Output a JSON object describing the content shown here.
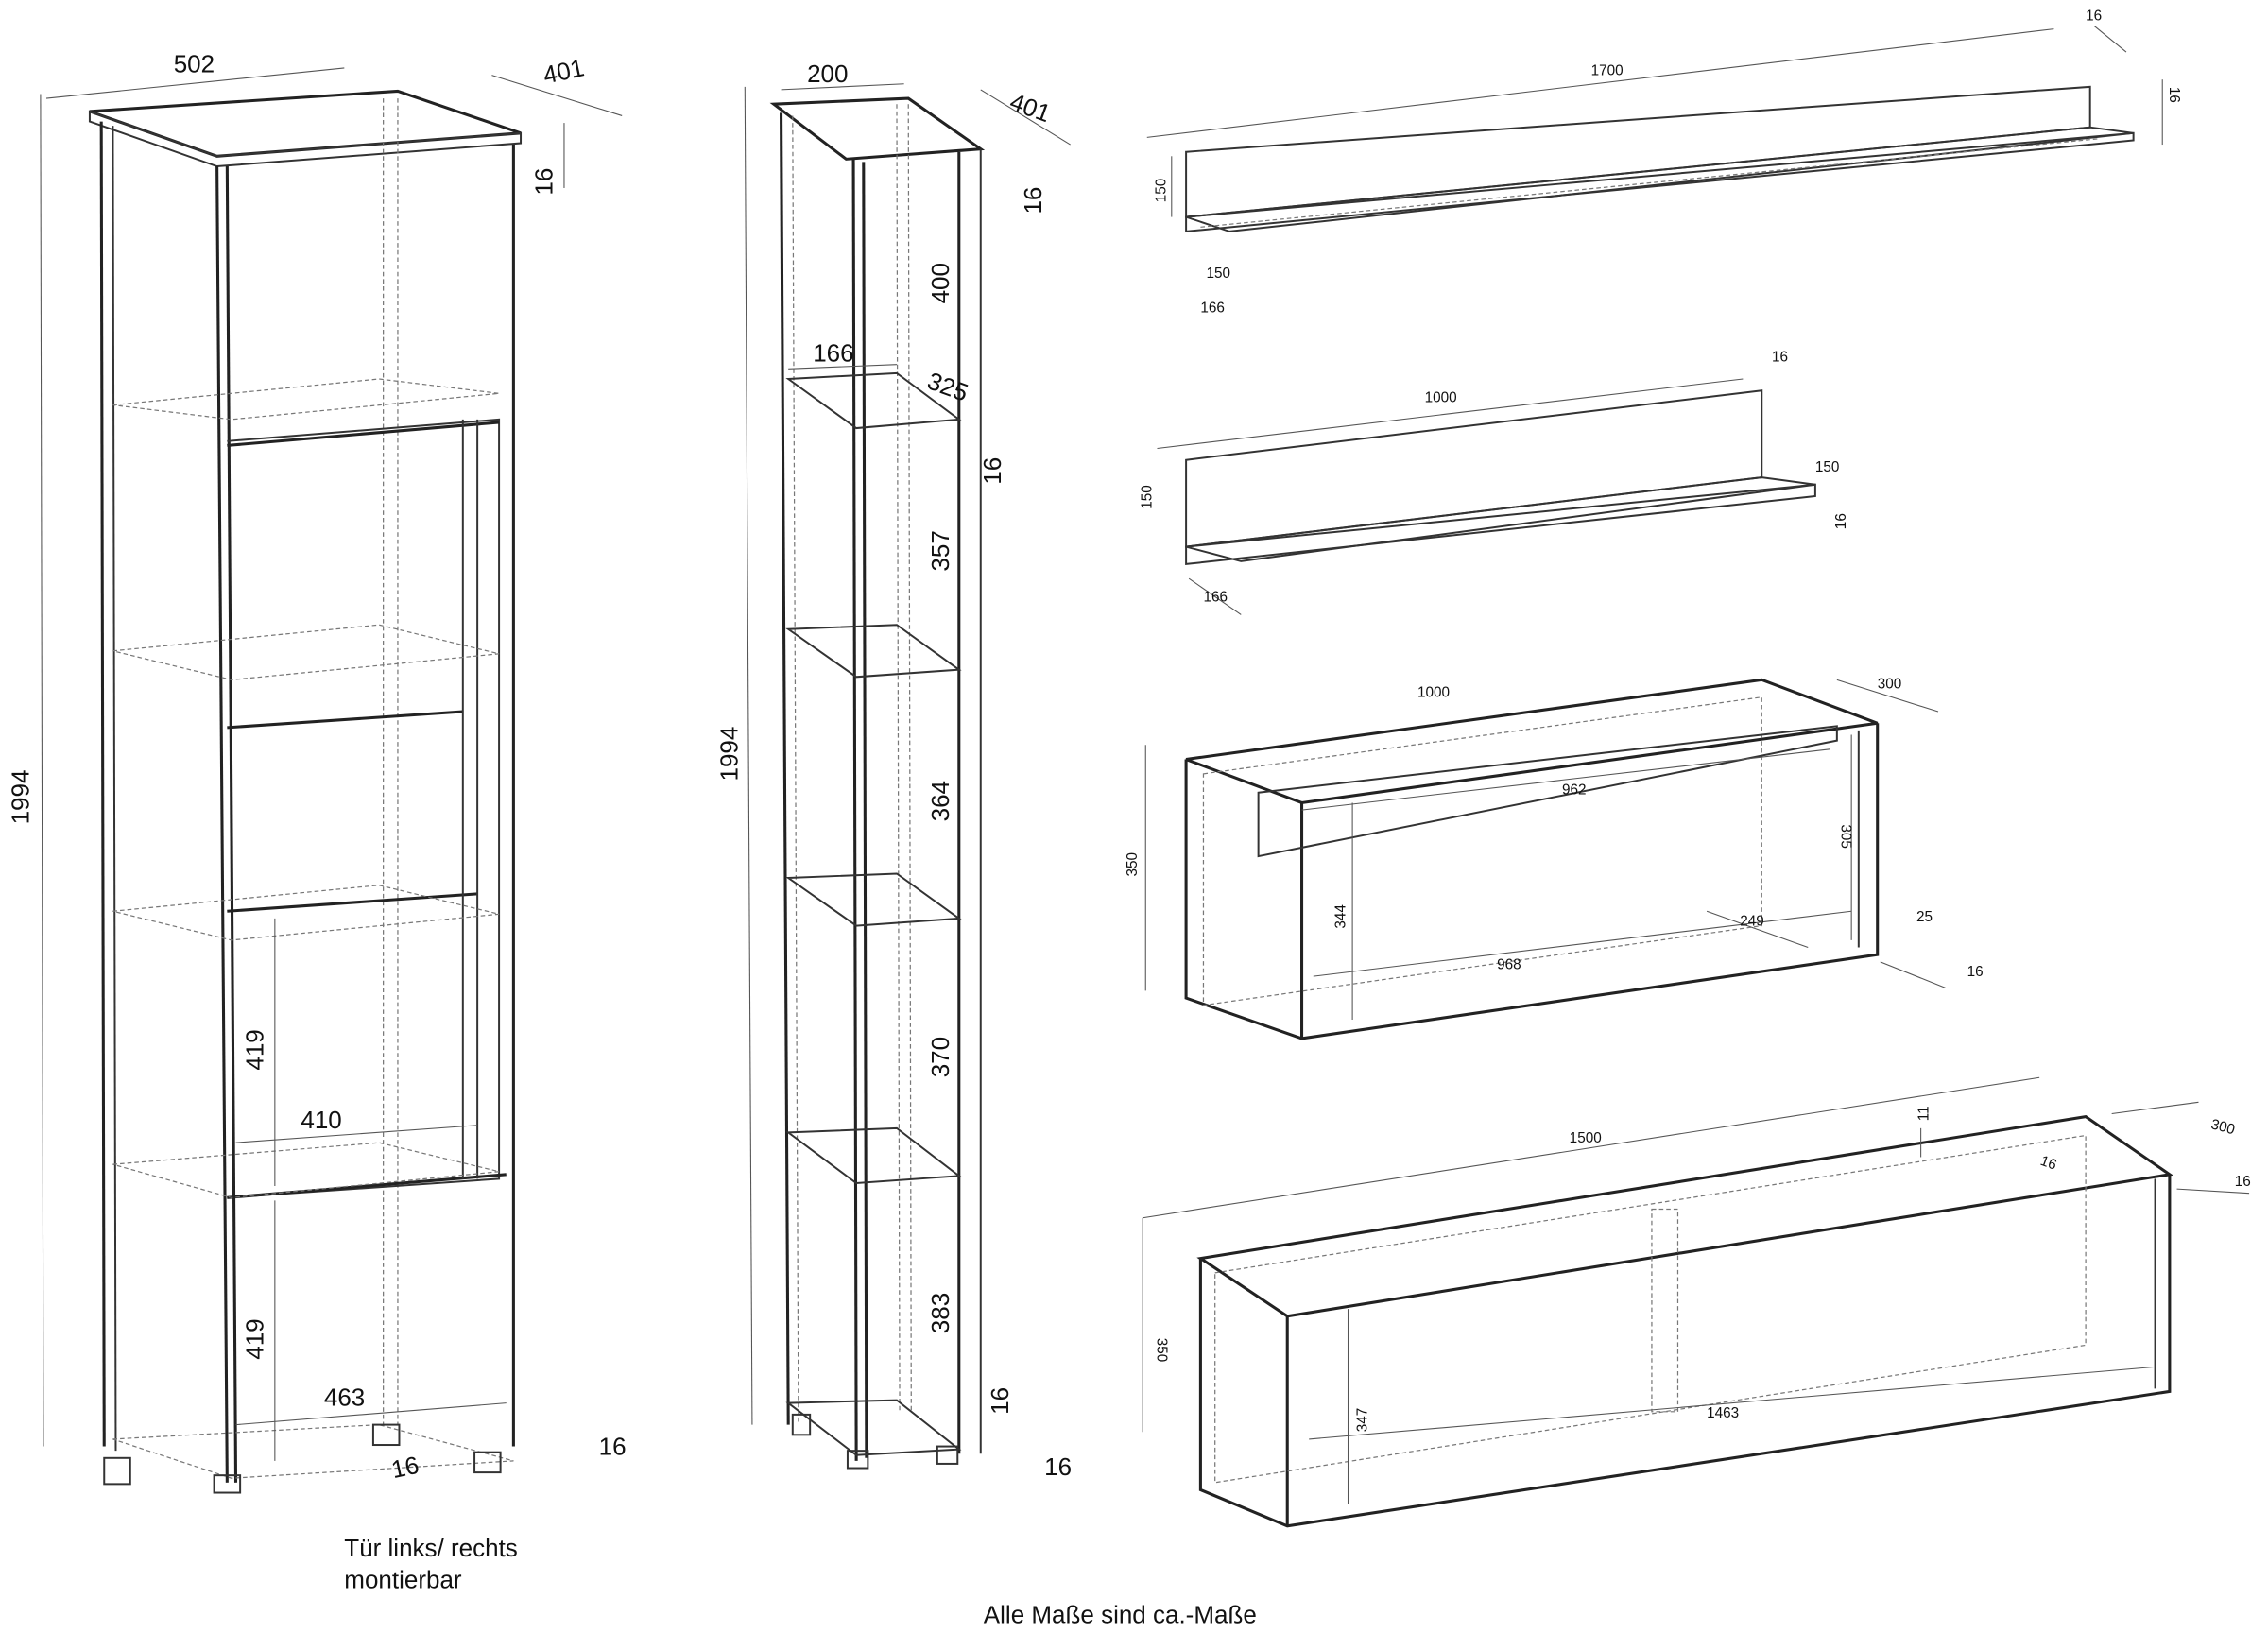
{
  "cabinet_door": {
    "width": "502",
    "depth": "401",
    "height": "1994",
    "top_thickness": "16",
    "door_height_upper": "419",
    "door_height_lower": "419",
    "inner_width_upper": "410",
    "inner_width_lower": "463",
    "bottom_thickness": "16",
    "foot_thickness": "16",
    "note_line1": "Tür links/ rechts",
    "note_line2": "montierbar"
  },
  "cabinet_open": {
    "width": "200",
    "depth": "401",
    "height": "1994",
    "top_thickness": "16",
    "inner_width": "166",
    "inner_depth": "325",
    "shelf_thickness": "16",
    "compartments": [
      "400",
      "357",
      "364",
      "370",
      "383"
    ],
    "bottom_thickness": "16",
    "foot_thickness": "16"
  },
  "shelf_long": {
    "width": "1700",
    "thickness_top": "16",
    "thickness_side": "16",
    "height": "150",
    "depth_inner": "150",
    "depth": "166"
  },
  "shelf_short": {
    "width": "1000",
    "thickness_top": "16",
    "height": "150",
    "depth_inner": "150",
    "thickness_side": "16",
    "depth": "166"
  },
  "wall_unit_small": {
    "width": "1000",
    "depth": "300",
    "inner_width_top": "962",
    "height": "350",
    "inner_height_right": "305",
    "inner_height": "344",
    "inner_width_bottom": "968",
    "inner_depth": "249",
    "back_offset": "25",
    "thickness": "16"
  },
  "wall_unit_large": {
    "width": "1500",
    "depth": "300",
    "top_offset": "11",
    "thickness_inner": "16",
    "thickness": "16",
    "height": "350",
    "inner_height": "347",
    "inner_width": "1463"
  },
  "footer_note": "Alle Maße sind ca.-Maße"
}
